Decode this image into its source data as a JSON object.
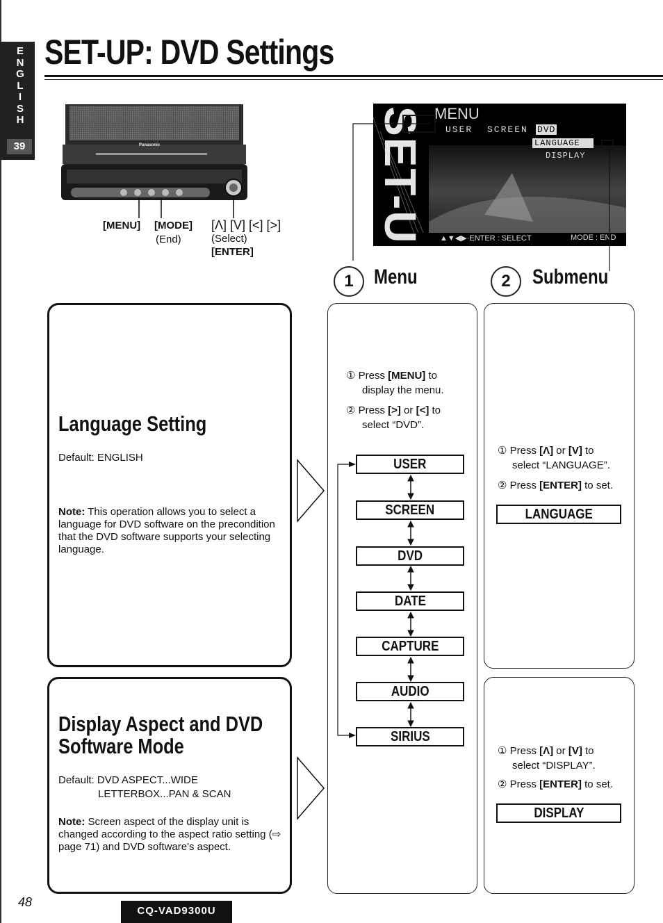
{
  "side_tab": {
    "letters": [
      "E",
      "N",
      "G",
      "L",
      "I",
      "S",
      "H"
    ],
    "number": "39"
  },
  "title": "SET-UP: DVD Settings",
  "device": {
    "brand": "Panasonic",
    "labels": {
      "menu": "[MENU]",
      "mode": "[MODE]",
      "mode_sub": "(End)",
      "select": "[Λ] [V] [<] [>]",
      "select_sub": "(Select)",
      "enter": "[ENTER]"
    }
  },
  "screen": {
    "watermark": "SET-UP",
    "menu_title": "MENU",
    "tabs": [
      "USER",
      "SCREEN",
      "DVD"
    ],
    "submenu": [
      "LANGUAGE",
      "DISPLAY"
    ],
    "footer_left": "▲▼◀▶·ENTER : SELECT",
    "footer_right": "MODE : END"
  },
  "headings": {
    "menu_num": "1",
    "menu": "Menu",
    "submenu_num": "2",
    "submenu": "Submenu"
  },
  "language": {
    "heading": "Language Setting",
    "default": "Default: ENGLISH",
    "note_label": "Note:",
    "note": " This operation allows you to select a language for DVD software on the precondition that the DVD software supports your selecting language."
  },
  "display": {
    "heading_line1": "Display Aspect and DVD",
    "heading_line2": "Software Mode",
    "default_line1": "Default: DVD ASPECT...WIDE",
    "default_line2": "LETTERBOX...PAN & SCAN",
    "note_label": "Note:",
    "note": " Screen aspect of the display unit is changed according to the aspect ratio setting (⇨ page 71) and DVD software's aspect."
  },
  "menu_steps": {
    "s1_num": "①",
    "s1_a": "Press ",
    "s1_key": "[MENU]",
    "s1_b": " to",
    "s1_c": "display the menu.",
    "s2_num": "②",
    "s2_a": "Press ",
    "s2_key": "[>]",
    "s2_or": " or ",
    "s2_key2": "[<]",
    "s2_b": " to",
    "s2_c": "select “DVD”."
  },
  "menu_items": [
    "USER",
    "SCREEN",
    "DVD",
    "DATE",
    "CAPTURE",
    "AUDIO",
    "SIRIUS"
  ],
  "sub_language": {
    "s1_num": "①",
    "s1_a": "Press ",
    "s1_key": "[Λ]",
    "s1_or": " or ",
    "s1_key2": "[V]",
    "s1_b": " to",
    "s1_c": "select “LANGUAGE”.",
    "s2_num": "②",
    "s2_a": "Press ",
    "s2_key": "[ENTER]",
    "s2_b": " to set.",
    "item": "LANGUAGE"
  },
  "sub_display": {
    "s1_num": "①",
    "s1_a": "Press ",
    "s1_key": "[Λ]",
    "s1_or": " or ",
    "s1_key2": "[V]",
    "s1_b": " to",
    "s1_c": "select “DISPLAY”.",
    "s2_num": "②",
    "s2_a": "Press ",
    "s2_key": "[ENTER]",
    "s2_b": " to set.",
    "item": "DISPLAY"
  },
  "footer": {
    "page": "48",
    "model": "CQ-VAD9300U"
  }
}
